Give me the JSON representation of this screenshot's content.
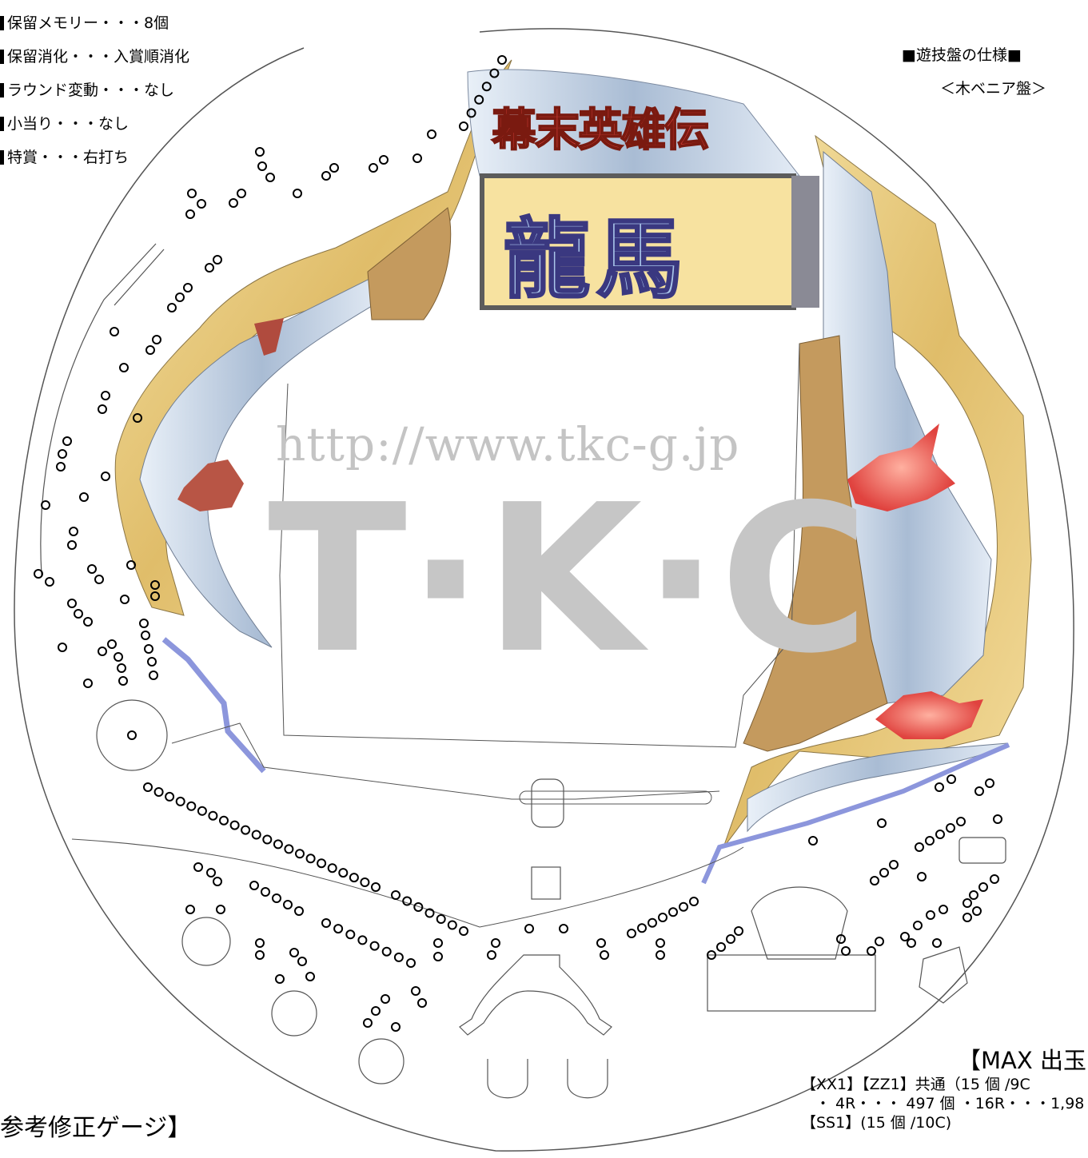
{
  "spec_items": [
    "保留メモリー・・・8個",
    "保留消化・・・入賞順消化",
    "ラウンド変動・・・なし",
    "小当り・・・なし",
    "特賞・・・右打ち"
  ],
  "board_spec": {
    "title": "■遊技盤の仕様■",
    "material": "＜木ベニア盤＞"
  },
  "logo": {
    "series": "幕末英雄伝",
    "name": "龍馬"
  },
  "watermark": {
    "url": "http://www.tkc-g.jp",
    "brand": "T·K·C"
  },
  "gauge_title": "参考修正ゲージ】",
  "max_payout": {
    "title": "【MAX 出玉",
    "line1": "【XX1】【ZZ1】共通（15 個 /9C",
    "line2": "・ 4R・・・ 497 個 ・16R・・・1,98",
    "line3": "【SS1】(15 個 /10C)"
  },
  "colors": {
    "gold": "#e6c87a",
    "silver_blue": "#c9d8e8",
    "bronze": "#c49a5e",
    "red_dragon": "#e0524e",
    "guide_rail": "#8c96dc",
    "watermark": "#c6c6c6"
  }
}
